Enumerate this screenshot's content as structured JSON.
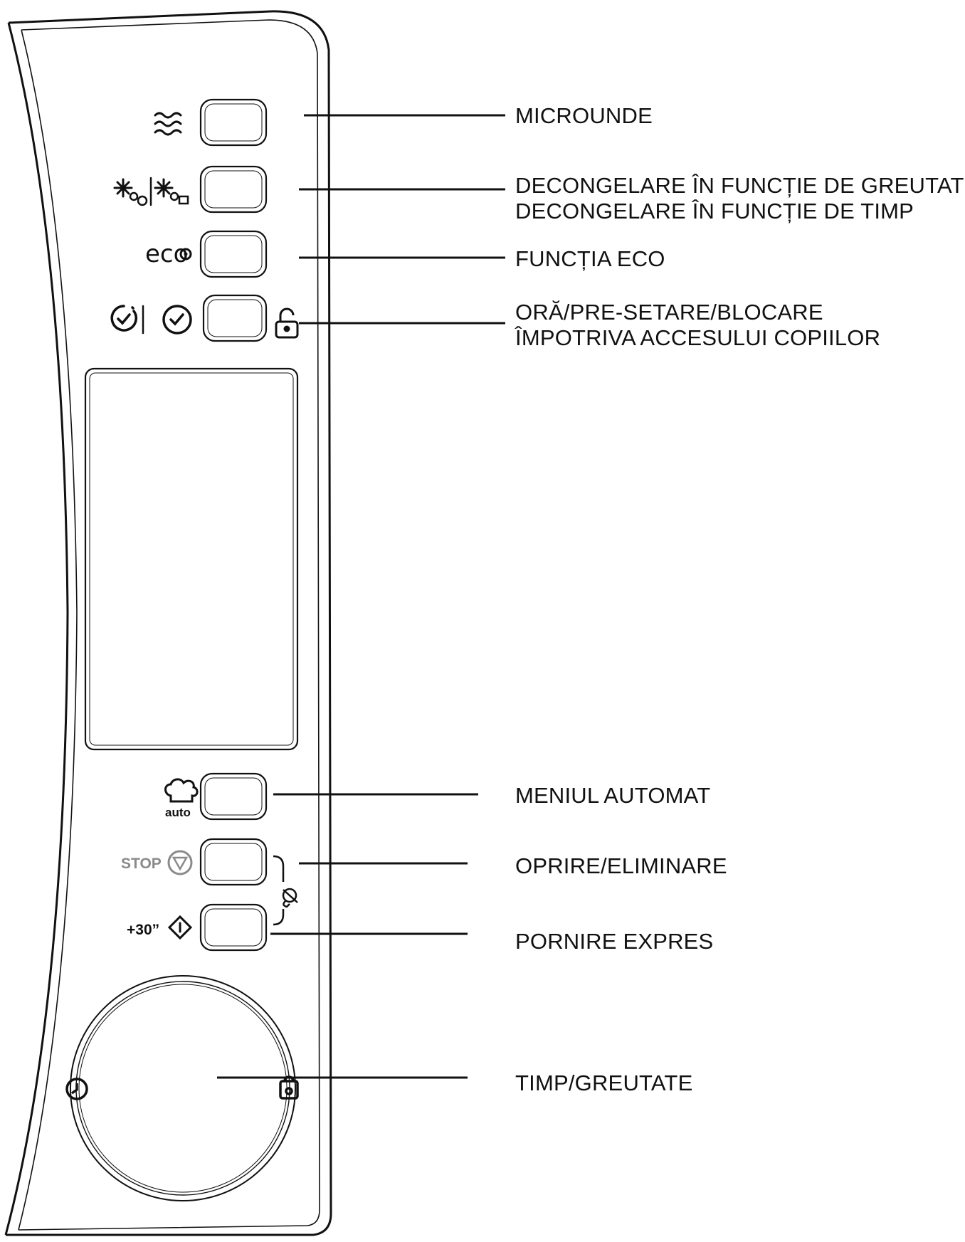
{
  "labels": {
    "microwave": "MICROUNDE",
    "defrost": [
      "DECONGELARE ÎN FUNCȚIE DE GREUTATE",
      "DECONGELARE ÎN FUNCȚIE DE TIMP"
    ],
    "eco": "FUNCȚIA ECO",
    "clock": [
      "ORĂ/PRE-SETARE/BLOCARE",
      "ÎMPOTRIVA ACCESULUI COPIILOR"
    ],
    "auto_menu": "MENIUL AUTOMAT",
    "stop": "OPRIRE/ELIMINARE",
    "start": "PORNIRE EXPRES",
    "dial": "TIMP/GREUTATE"
  },
  "panel_text": {
    "eco": "eco",
    "auto": "auto",
    "stop": "STOP",
    "plus30": "+30”"
  },
  "icons": {
    "microwave": "microwave-waves-icon",
    "defrost": "defrost-weight-time-icon",
    "eco": "eco-icon",
    "clock": "clock-preset-icon",
    "lock": "padlock-icon",
    "auto": "chef-hat-icon",
    "stop": "stop-triangle-icon",
    "start": "start-diamond-icon",
    "child_lock": "child-lock-icon",
    "dial_time": "clock-icon",
    "dial_weight": "weight-icon"
  },
  "colors": {
    "line": "#111111",
    "stop_text": "#8a8a8a"
  }
}
